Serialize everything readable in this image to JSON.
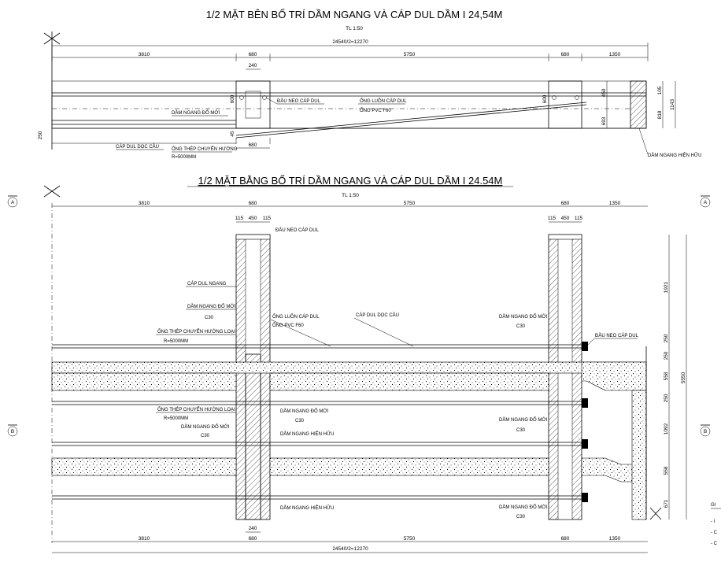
{
  "titles": {
    "elevation": "1/2 MẶT BÊN BỐ TRÍ DẦM NGANG VÀ CÁP DUL DẦM I 24,54M",
    "plan": "1/2 MẶT BẰNG BỐ TRÍ DẦM NGANG VÀ CÁP DUL DẦM I 24.54M",
    "scale": "TL 1:50"
  },
  "elevation": {
    "overall_dim": "24540/2=12270",
    "dims_top": [
      "3810",
      "680",
      "5750",
      "680",
      "1350"
    ],
    "dim_240": "240",
    "dim_680_bottom": "680",
    "dims_side": [
      "105",
      "450",
      "693",
      "818",
      "1143"
    ],
    "dim_600_left": "600",
    "dim_600_right": "600",
    "dim_250": "250",
    "dim_45": "45",
    "labels": {
      "anchor": "ĐẦU NEO CÁP DUL",
      "duct": "ỐNG LUỒN CÁP DUL",
      "pvc": "ỐNG PVC F60",
      "new_beam": "DẦM NGANG ĐỔ MỚI",
      "long_cable": "CÁP DUL DỌC CẦU",
      "steel_pipe": "ỐNG THÉP CHUYỂN HƯỚNG",
      "radius": "R=5000MM",
      "existing": "DẦM NGANG HIỆN HỮU"
    }
  },
  "plan": {
    "dims_top": [
      "3810",
      "680",
      "5750",
      "680",
      "1350"
    ],
    "dims_sub_left": [
      "115",
      "450",
      "115"
    ],
    "dims_sub_right": [
      "115",
      "450",
      "115"
    ],
    "dims_right": [
      "1921",
      "250",
      "250",
      "558",
      "250",
      "1092",
      "558",
      "671",
      "5550"
    ],
    "dims_bottom": [
      "3810",
      "680",
      "5750",
      "680",
      "1350"
    ],
    "dim_240": "240",
    "overall_dim": "24540/2=12270",
    "axis_a": "A",
    "axis_b": "B",
    "labels": {
      "anchor_top": "ĐẦU NEO CÁP DUL",
      "transverse_cable": "CÁP DUL NGANG",
      "new_beam": "DẦM NGANG ĐỔ MỚI",
      "c30": "C30",
      "steel_pipe": "ỐNG THÉP CHUYỂN HƯỚNG LOẠI",
      "radius": "R=5000MM",
      "duct": "ỐNG LUỒN CÁP DUL",
      "pvc": "ỐNG PVC F60",
      "long_cable": "CÁP DUL DỌC CẦU",
      "anchor_right": "ĐẦU NEO CÁP DUL",
      "existing": "DẦM NGANG HIỆN HỮU"
    }
  },
  "notes": {
    "heading": "GI",
    "lines": [
      "- I",
      "- C",
      "- C"
    ]
  }
}
